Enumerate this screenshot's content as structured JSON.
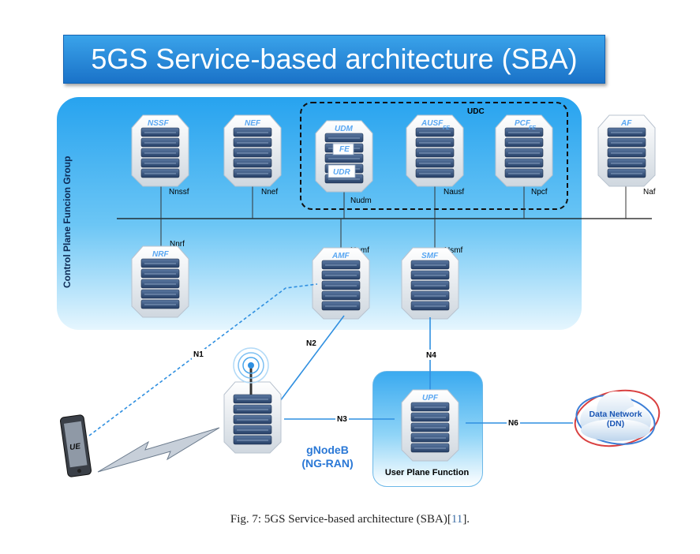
{
  "title": "5GS Service-based architecture (SBA)",
  "control_plane_label": "Control Plane Funcion Group",
  "udc_label": "UDC",
  "functions": [
    {
      "name": "NSSF",
      "interface": "Nnssf"
    },
    {
      "name": "NEF",
      "interface": "Nnef"
    },
    {
      "name": "UDM",
      "interface": "Nudm",
      "sub1": "FE",
      "sub2": "UDR"
    },
    {
      "name": "AUSF",
      "interface": "Nausf",
      "sub": "FE"
    },
    {
      "name": "PCF",
      "interface": "Npcf",
      "sub": "FE"
    },
    {
      "name": "AF",
      "interface": "Naf"
    },
    {
      "name": "NRF",
      "interface": "Nnrf"
    },
    {
      "name": "AMF",
      "interface": "Namf"
    },
    {
      "name": "SMF",
      "interface": "Nsmf"
    },
    {
      "name": "UPF"
    }
  ],
  "links": {
    "n1": "N1",
    "n2": "N2",
    "n3": "N3",
    "n4": "N4",
    "n6": "N6"
  },
  "ue_label": "UE",
  "gnodeb": {
    "line1": "gNodeB",
    "line2": "(NG-RAN)"
  },
  "upf_group_label": "User Plane Function",
  "data_network": {
    "line1": "Data Network",
    "line2": "(DN)"
  },
  "caption": {
    "prefix": "Fig. 7: 5GS Service-based architecture (SBA)[",
    "ref": "11",
    "suffix": "]."
  },
  "colors": {
    "banner": "#1a72c8",
    "control_plane": "#27a3ef",
    "link": "#2f8fe0",
    "server_name": "#5aa7f2"
  }
}
